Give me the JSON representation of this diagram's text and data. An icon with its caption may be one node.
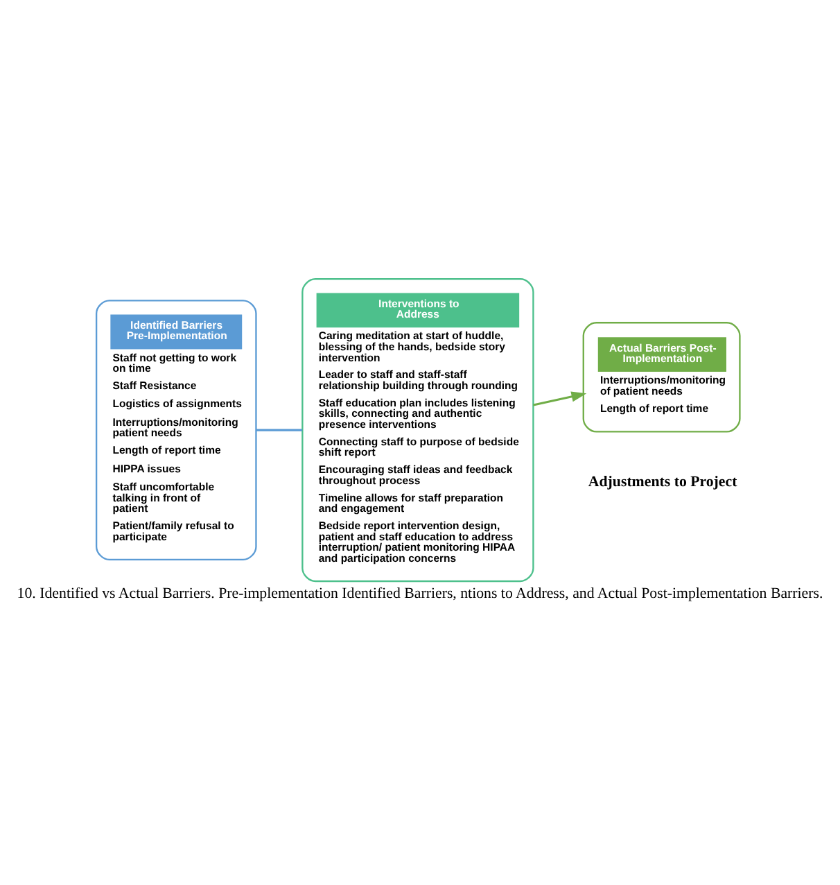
{
  "diagram": {
    "caption": "10. Identified vs Actual Barriers. Pre-implementation Identified Barriers, ntions to Address, and Actual Post-implementation Barriers.",
    "nodes": [
      {
        "text": [
          "Identified Barriers Pre-Implementation",
          "Staff not getting to work on time",
          "Staff Resistance",
          "Logistics of assignments",
          "Interruptions/monitoring patient needs",
          "Length of report time",
          "HIPPA issues",
          "Staff uncomfortable talking in front of patient",
          "Patient/family refusal to participate"
        ]
      },
      {
        "text": [
          "Interventions to Address",
          "Caring meditation at start of huddle, blessing of the hands, bedside story intervention",
          "Leader to staff and staff-staff relationship building through rounding",
          "Staff education plan includes listening skills, connecting and authentic presence interventions",
          "Connecting staff to purpose of bedside shift report",
          "Encouraging staff ideas and feedback throughout process",
          "Timeline allows for staff preparation and engagement",
          "Bedside report intervention design, patient and staff education to address interruption/ patient monitoring HIPAA and participation concerns"
        ]
      },
      {
        "text": [
          "Actual Barriers Post-Implementation",
          "Interruptions/monitoring of patient needs",
          "Length of report time"
        ]
      }
    ],
    "edges": [
      {
        "from": 0,
        "to": 1,
        "arrow": "none",
        "color": "#5b9bd5"
      },
      {
        "from": 1,
        "to": 2,
        "arrow": "to",
        "color": "#70ad47"
      }
    ],
    "labels": [
      "Adjustments to Project"
    ]
  }
}
